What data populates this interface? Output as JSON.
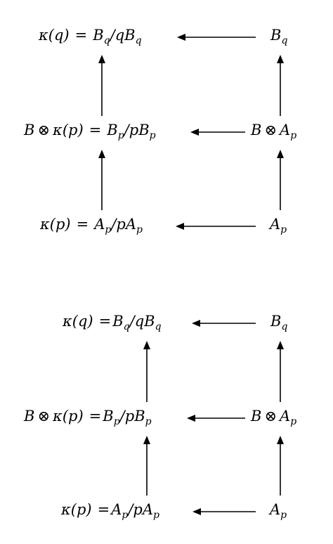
{
  "diagram_top": {
    "top_left": {
      "lhs": "κ(q)",
      "rhs_main": "B",
      "rhs_sub": "q",
      "rhs_mid": "/qB",
      "rhs_sub2": "q"
    },
    "top_right": {
      "main": "B",
      "sub": "q"
    },
    "mid_left": {
      "lhs_b": "B",
      "lhs_op": "⊗",
      "lhs_k": "κ(p)",
      "rhs_main": "B",
      "rhs_sub": "p",
      "rhs_mid": "/pB",
      "rhs_sub2": "p"
    },
    "mid_right": {
      "b": "B",
      "op": "⊗",
      "main": "A",
      "sub": "p"
    },
    "bot_left": {
      "lhs": "κ(p)",
      "rhs_main": "A",
      "rhs_sub": "p",
      "rhs_mid": "/pA",
      "rhs_sub2": "p"
    },
    "bot_right": {
      "main": "A",
      "sub": "p"
    }
  },
  "diagram_bottom": {
    "top_left": {
      "lhs": "κ(q)",
      "rhs_main": "B",
      "rhs_sub": "q",
      "rhs_mid": "/qB",
      "rhs_sub2": "q"
    },
    "top_right": {
      "main": "B",
      "sub": "q"
    },
    "mid_left": {
      "lhs_b": "B",
      "lhs_op": "⊗",
      "lhs_k": "κ(p)",
      "rhs_main": "B",
      "rhs_sub": "p",
      "rhs_mid": "/pB",
      "rhs_sub2": "p"
    },
    "mid_right": {
      "b": "B",
      "op": "⊗",
      "main": "A",
      "sub": "p"
    },
    "bot_left": {
      "lhs": "κ(p)",
      "rhs_main": "A",
      "rhs_sub": "p",
      "rhs_mid": "/pA",
      "rhs_sub2": "p"
    },
    "bot_right": {
      "main": "A",
      "sub": "p"
    }
  },
  "symbols": {
    "equals": "="
  }
}
